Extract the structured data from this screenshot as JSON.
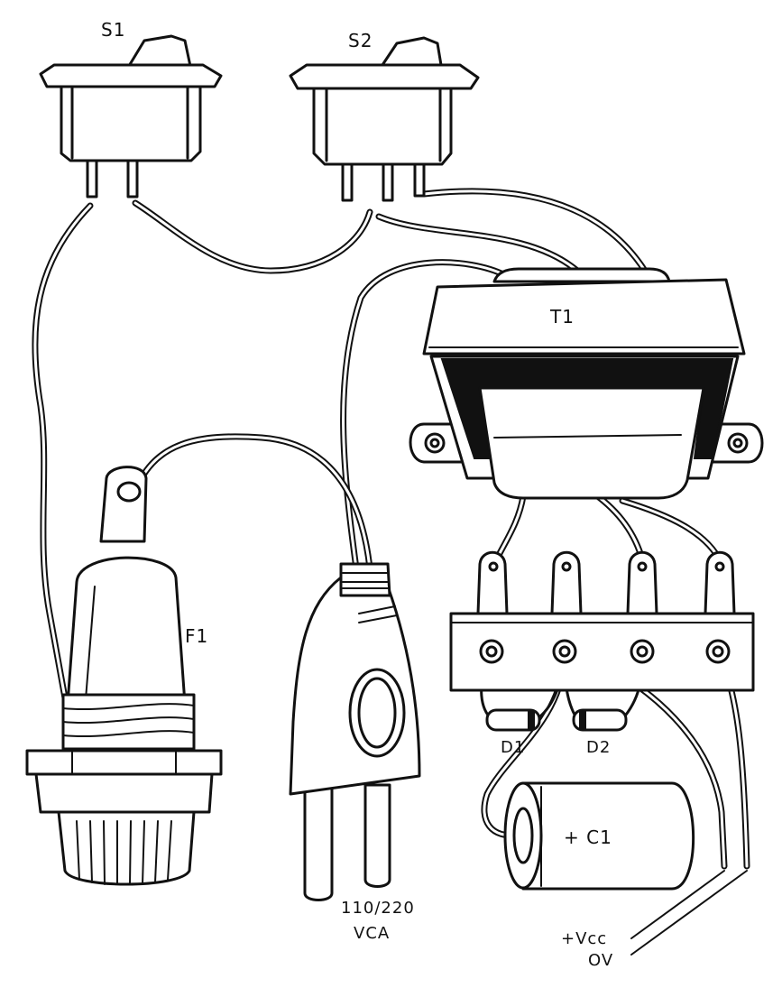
{
  "labels": {
    "s1": "S1",
    "s2": "S2",
    "t1": "T1",
    "f1": "F1",
    "d1": "D1",
    "d2": "D2",
    "c1": "+ C1",
    "mains_voltage": "110/220",
    "mains_unit": "VCA",
    "vcc": "+Vcc",
    "ov": "OV"
  }
}
